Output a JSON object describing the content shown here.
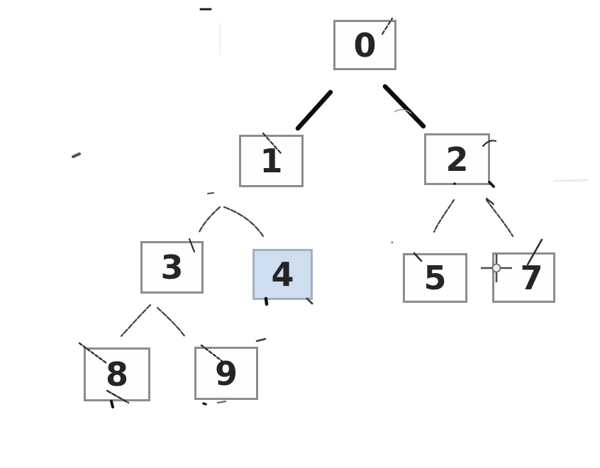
{
  "diagram": {
    "type": "binary-tree-sketch",
    "highlight_color": "#cfdeee",
    "box_border_color": "#8c8c8c",
    "thick_edge_color": "#0d0d0d",
    "thin_edge_color": "#3f3f3f",
    "cursor_icon": "crosshair",
    "nodes": {
      "n0": {
        "label": "0",
        "highlighted": false
      },
      "n1": {
        "label": "1",
        "highlighted": false
      },
      "n2": {
        "label": "2",
        "highlighted": false
      },
      "n3": {
        "label": "3",
        "highlighted": false
      },
      "n4": {
        "label": "4",
        "highlighted": true
      },
      "n5": {
        "label": "5",
        "highlighted": false
      },
      "n7": {
        "label": "7",
        "highlighted": false
      },
      "n8": {
        "label": "8",
        "highlighted": false
      },
      "n9": {
        "label": "9",
        "highlighted": false
      }
    },
    "edges": [
      {
        "from": "0",
        "to": "1",
        "style": "thick"
      },
      {
        "from": "0",
        "to": "2",
        "style": "thick"
      },
      {
        "from": "1",
        "to": "3",
        "style": "thin"
      },
      {
        "from": "1",
        "to": "4",
        "style": "thin"
      },
      {
        "from": "2",
        "to": "5",
        "style": "thin"
      },
      {
        "from": "2",
        "to": "7",
        "style": "thin"
      },
      {
        "from": "3",
        "to": "8",
        "style": "thin"
      },
      {
        "from": "3",
        "to": "9",
        "style": "thin"
      }
    ]
  }
}
